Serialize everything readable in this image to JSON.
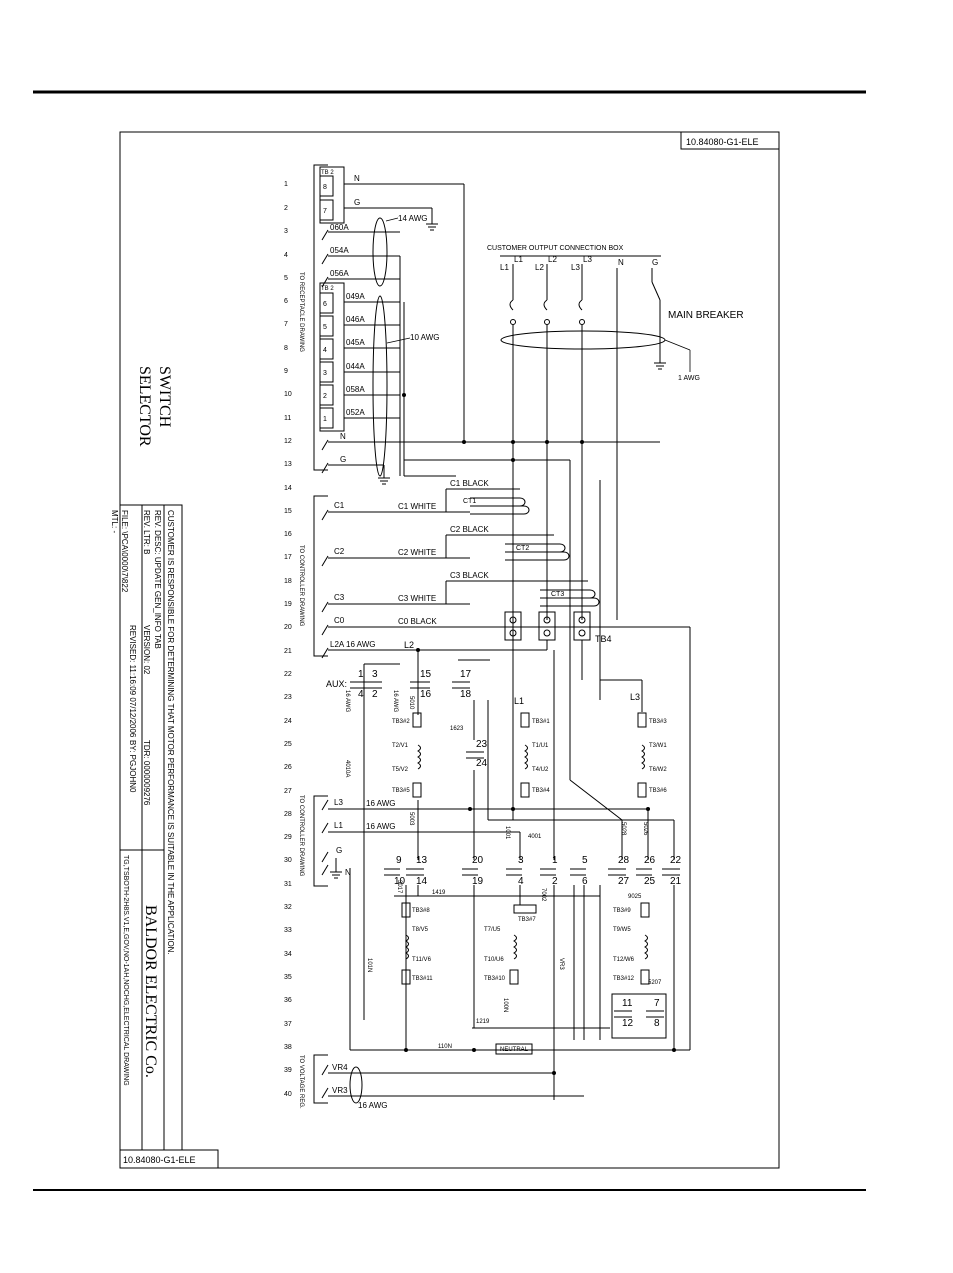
{
  "drawing_number": "10.84080-G1-ELE",
  "row_numbers": [
    "1",
    "2",
    "3",
    "4",
    "5",
    "6",
    "7",
    "8",
    "9",
    "10",
    "11",
    "12",
    "13",
    "14",
    "15",
    "16",
    "17",
    "18",
    "19",
    "20",
    "21",
    "22",
    "23",
    "24",
    "25",
    "26",
    "27",
    "28",
    "29",
    "30",
    "31",
    "32",
    "33",
    "34",
    "35",
    "36",
    "37",
    "38",
    "39",
    "40"
  ],
  "terminal_block": {
    "label": "TB 2",
    "label_2": "TB 2",
    "terminals_top": [
      "8",
      "7"
    ],
    "terminals": [
      "6",
      "5",
      "4",
      "3",
      "2",
      "1"
    ]
  },
  "wires": {
    "n": "N",
    "g": "G",
    "w060a": "060A",
    "w054a": "054A",
    "w056a": "056A",
    "w049a": "049A",
    "w046a": "046A",
    "w045a": "045A",
    "w044a": "044A",
    "w058a": "058A",
    "w052a": "052A",
    "n12": "N",
    "g13": "G",
    "awg14": "14 AWG",
    "awg10": "10 AWG",
    "awg1": "1 AWG",
    "awg16": "16 AWG"
  },
  "selector_switch": {
    "line1": "SELECTOR",
    "line2": "SWITCH"
  },
  "side_labels": {
    "receptacle": "TO RECEPTACLE DRAWING",
    "controller": "TO CONTROLLER DRAWING",
    "controller2": "TO CONTROLLER DRAWING",
    "voltage_reg": "TO VOLTAGE REG."
  },
  "output_box": {
    "title": "CUSTOMER OUTPUT CONNECTION BOX",
    "terminals": [
      "L1",
      "L1",
      "L2",
      "L2",
      "L3",
      "L3",
      "N",
      "G"
    ],
    "main_breaker": "MAIN BREAKER"
  },
  "ct_section": {
    "c1": "C1",
    "c2": "C2",
    "c3": "C3",
    "c0": "C0",
    "c1_black": "C1 BLACK",
    "c1_white": "C1 WHITE",
    "c2_black": "C2 BLACK",
    "c2_white": "C2 WHITE",
    "c3_black": "C3 BLACK",
    "c3_white": "C3 WHITE",
    "c0_black": "C0 BLACK",
    "ct1": "CT1",
    "ct2": "CT2",
    "ct3": "CT3",
    "tb4": "TB4",
    "l2a": "L2A",
    "l2a_awg": "16 AWG"
  },
  "switch_labels": {
    "aux": "AUX:",
    "l2": "L2",
    "l1": "L1",
    "l3": "L3",
    "l3_wire": "L3",
    "l1_wire": "L1",
    "g": "G",
    "n": "N",
    "awg16_a": "16 AWG",
    "awg16_b": "16 AWG",
    "awg16_c": "16 AWG",
    "awg16_d": "16 AWG",
    "w4010a": "4010A",
    "c1": "1",
    "c2": "2",
    "c3": "3",
    "c4": "4",
    "c15": "15",
    "c16": "16",
    "c17": "17",
    "c18": "18",
    "c23": "23",
    "c24": "24",
    "c9": "9",
    "c10": "10",
    "c13": "13",
    "c14": "14",
    "c20": "20",
    "c19": "19",
    "s3": "3",
    "s4": "4",
    "s1": "1",
    "s2": "2",
    "s5": "5",
    "s6": "6",
    "c28": "28",
    "c27": "27",
    "c26": "26",
    "c25": "25",
    "c22": "22",
    "c21": "21",
    "c11": "11",
    "c12": "12",
    "c7": "7",
    "c8": "8",
    "w1623": "1623",
    "w1419": "1419",
    "w1219": "1219",
    "w110n": "110N",
    "w4001": "4001",
    "w5003": "5003",
    "w5026": "5026",
    "w5028": "5028",
    "w9025": "9025",
    "w5207": "5207",
    "neutral": "NEUTRAL",
    "w1001": "1001",
    "w7002": "7002",
    "w101n": "101N",
    "w100n": "100N",
    "wvr3": "VR3",
    "w5010": "5010",
    "w3017": "3017"
  },
  "tb3": {
    "tb3_2": "TB3#2",
    "t2v1": "T2/V1",
    "t5v2": "T5/V2",
    "tb3_5": "TB3#5",
    "tb3_1": "TB3#1",
    "t1u1": "T1/U1",
    "t4u2": "T4/U2",
    "tb3_4": "TB3#4",
    "tb3_3": "TB3#3",
    "t3w1": "T3/W1",
    "t6w2": "T6/W2",
    "tb3_6": "TB3#6",
    "tb3_8": "TB3#8",
    "t8v5": "T8/V5",
    "t11v6": "T11/V6",
    "tb3_11": "TB3#11",
    "tb3_7": "TB3#7",
    "t7u5": "T7/U5",
    "t10u6": "T10/U6",
    "tb3_10": "TB3#10",
    "tb3_9": "TB3#9",
    "t9w5": "T9/W5",
    "t12w6": "T12/W6",
    "tb3_12": "TB3#12"
  },
  "voltage_reg": {
    "vr4": "VR4",
    "vr3": "VR3",
    "awg": "16 AWG"
  },
  "title_block": {
    "note": "CUSTOMER IS RESPONSIBLE FOR DETERMINING THAT MOTOR PERFORMANCE IS SUITABLE IN THE APPLICATION.",
    "rev_desc": "REV. DESC: UPDATE GEN_INFO TAB",
    "rev_ltr": "REV. LTR: B",
    "version": "VERSION: 02",
    "tdr": "TDR: 0000009276",
    "file": "FILE: \\PCA\\0000\\7\\822",
    "revised": "REVISED: 11:16:09 07/12/2006",
    "by": "BY: PGJOHN0",
    "mtl": "MTL: -",
    "company": "BALDOR ELECTRIC Co.",
    "path": "TG,TSBOTH-2H8S.V1,E,GOV,NO-1AH,NOCHG,ELECTRICAL DRAWING",
    "drawing_number": "10.84080-G1-ELE"
  }
}
